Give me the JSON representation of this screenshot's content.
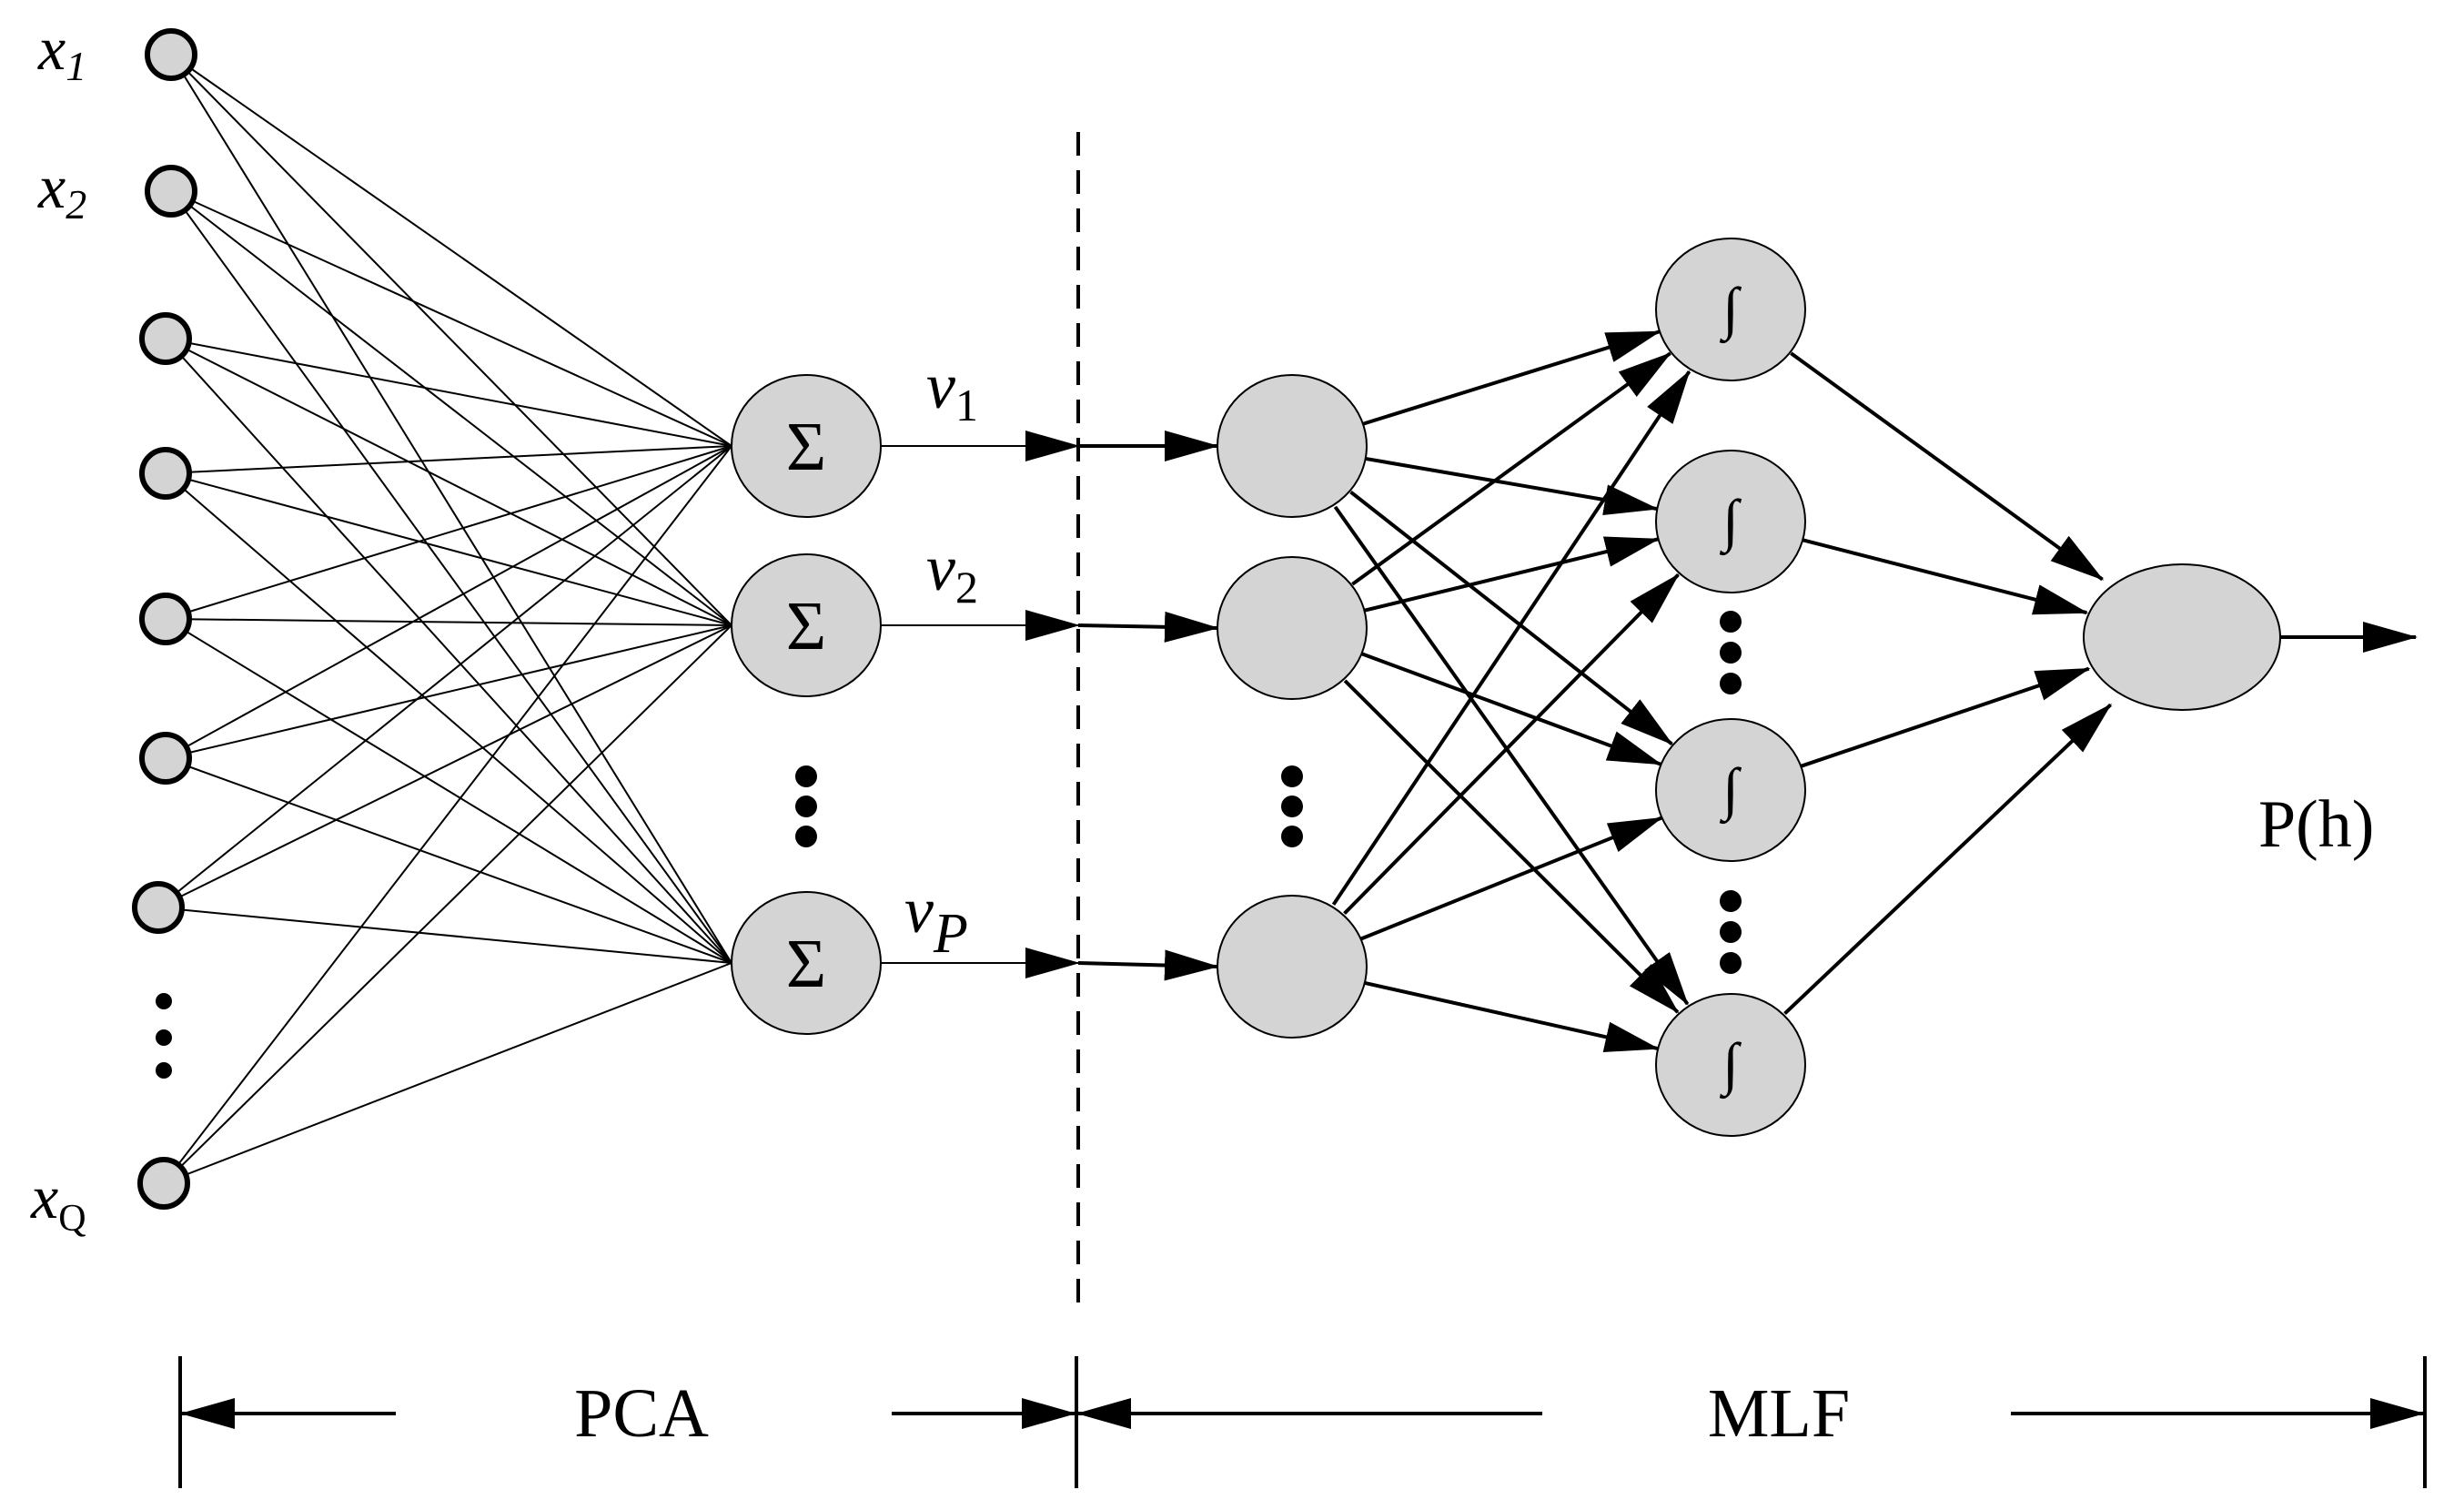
{
  "inputs": {
    "labels": [
      {
        "base": "x",
        "sub": "1"
      },
      {
        "base": "x",
        "sub": "2"
      },
      {
        "base": "x",
        "sub": "Q"
      }
    ]
  },
  "pca_nodes": {
    "symbol": "Σ",
    "outputs": [
      {
        "base": "v",
        "sub": "1"
      },
      {
        "base": "v",
        "sub": "2"
      },
      {
        "base": "v",
        "sub": "P"
      }
    ]
  },
  "mlf": {
    "hidden_symbol": "∫"
  },
  "output_label": "P(h)",
  "sections": {
    "pca": "PCA",
    "mlf": "MLF"
  }
}
